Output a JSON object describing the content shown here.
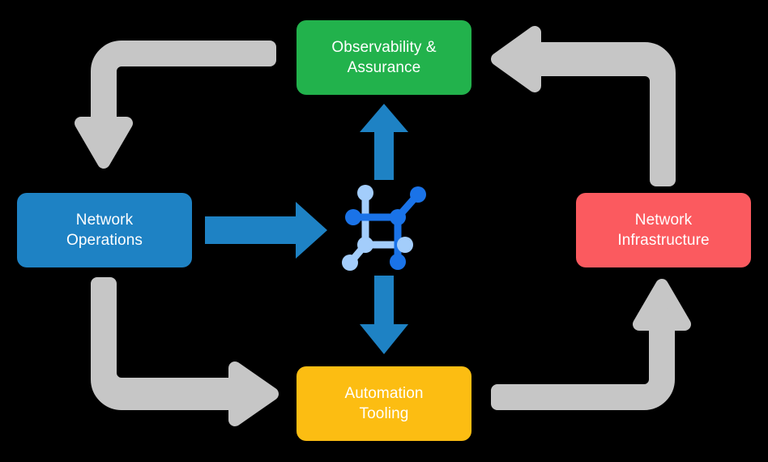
{
  "diagram": {
    "title": "Network automation lifecycle cycle diagram",
    "background_color": "#000000",
    "boxes": [
      {
        "id": "observability",
        "label": "Observability &\nAssurance",
        "color": "#22b24c",
        "position": "top"
      },
      {
        "id": "network-operations",
        "label": "Network\nOperations",
        "color": "#1e82c4",
        "position": "left"
      },
      {
        "id": "network-infrastructure",
        "label": "Network\nInfrastructure",
        "color": "#fb5a5f",
        "position": "right"
      },
      {
        "id": "automation-tooling",
        "label": "Automation\nTooling",
        "color": "#fcbd12",
        "position": "bottom"
      }
    ],
    "center_icon": {
      "name": "network-topology-icon",
      "primary_color": "#1a73e8",
      "secondary_color": "#a3cdfb"
    },
    "blue_arrows": [
      {
        "id": "ops-to-center",
        "direction": "right",
        "color": "#1e82c4"
      },
      {
        "id": "center-to-observability",
        "direction": "up",
        "color": "#1e82c4"
      },
      {
        "id": "center-to-automation",
        "direction": "down",
        "color": "#1e82c4"
      }
    ],
    "gray_arrows": [
      {
        "id": "observability-to-operations",
        "direction": "down-left-elbow",
        "color": "#c6c6c6"
      },
      {
        "id": "infrastructure-to-observability",
        "direction": "up-left-elbow",
        "color": "#c6c6c6"
      },
      {
        "id": "operations-to-automation",
        "direction": "down-right-elbow",
        "color": "#c6c6c6"
      },
      {
        "id": "automation-to-infrastructure",
        "direction": "right-up-elbow",
        "color": "#c6c6c6"
      }
    ]
  }
}
